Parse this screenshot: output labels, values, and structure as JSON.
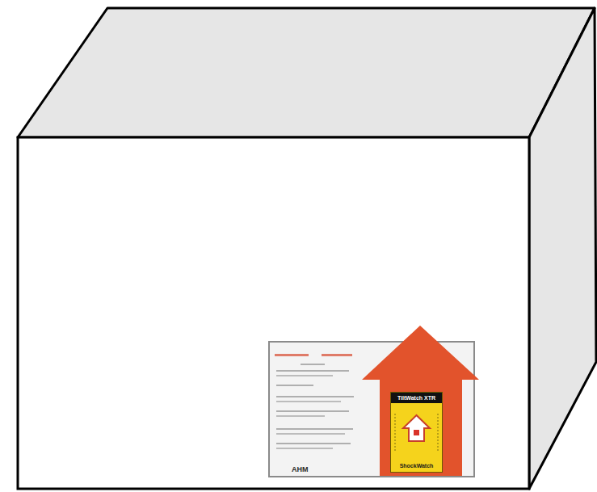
{
  "diagram": {
    "nodes": [
      {
        "text": [
          "AHM"
        ]
      },
      {
        "text": [
          "TiltWatch XTR",
          "ShockWatch"
        ],
        "in": 0
      }
    ]
  }
}
